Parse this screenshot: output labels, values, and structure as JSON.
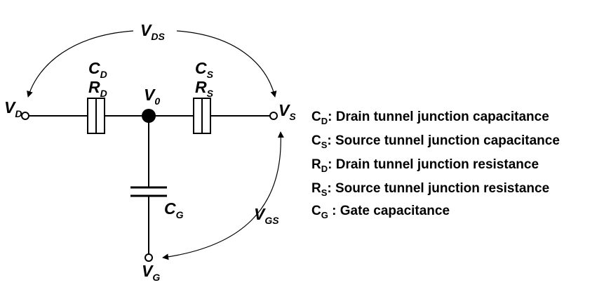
{
  "nodes": {
    "drain": {
      "symbol": "V",
      "sub": "D"
    },
    "source": {
      "symbol": "V",
      "sub": "S"
    },
    "gate": {
      "symbol": "V",
      "sub": "G"
    },
    "island": {
      "symbol": "V",
      "sub": "0"
    }
  },
  "voltages": {
    "vds": {
      "symbol": "V",
      "sub": "DS"
    },
    "vgs": {
      "symbol": "V",
      "sub": "GS"
    }
  },
  "components": {
    "drain_capacitance": {
      "symbol": "C",
      "sub": "D"
    },
    "drain_resistance": {
      "symbol": "R",
      "sub": "D"
    },
    "source_capacitance": {
      "symbol": "C",
      "sub": "S"
    },
    "source_resistance": {
      "symbol": "R",
      "sub": "S"
    },
    "gate_capacitance": {
      "symbol": "C",
      "sub": "G"
    }
  },
  "legend": [
    {
      "symbol": "C",
      "sub": "D",
      "text": ": Drain tunnel junction capacitance"
    },
    {
      "symbol": "C",
      "sub": "S",
      "text": ": Source tunnel junction capacitance"
    },
    {
      "symbol": "R",
      "sub": "D",
      "text": ": Drain tunnel junction resistance"
    },
    {
      "symbol": "R",
      "sub": "S",
      "text": ": Source tunnel junction resistance"
    },
    {
      "symbol": "C",
      "sub": "G",
      "text": " : Gate capacitance"
    }
  ]
}
